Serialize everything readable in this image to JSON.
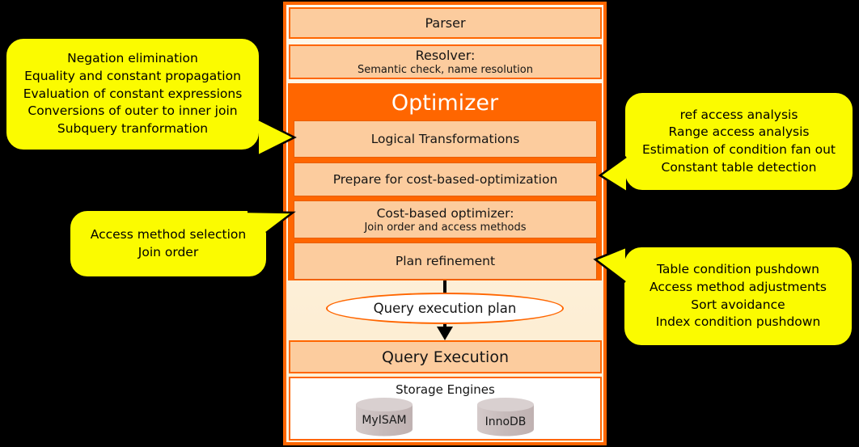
{
  "colors": {
    "accent_orange": "#FF6600",
    "box_peach": "#FCCC9E",
    "column_cream": "#FDF1DC",
    "callout_yellow": "#FBFB00",
    "cylinder_gray": "#C9BDBD",
    "ellipse_fill": "#FFFFFF",
    "background": "#000000"
  },
  "pipeline": {
    "parser": "Parser",
    "resolver": {
      "title": "Resolver:",
      "subtitle": "Semantic check, name resolution"
    },
    "optimizer": {
      "title": "Optimizer",
      "stages": [
        {
          "title": "Logical Transformations"
        },
        {
          "title": "Prepare for cost-based-optimization"
        },
        {
          "title": "Cost-based optimizer:",
          "subtitle": "Join order and access methods"
        },
        {
          "title": "Plan refinement"
        }
      ]
    },
    "plan_ellipse": "Query execution plan",
    "query_execution": "Query Execution",
    "storage": {
      "title": "Storage Engines",
      "engines": [
        "MyISAM",
        "InnoDB"
      ]
    }
  },
  "callouts": {
    "logical_transformations": {
      "lines": [
        "Negation elimination",
        "Equality and constant propagation",
        "Evaluation of constant expressions",
        "Conversions of outer to inner join",
        "Subquery tranformation"
      ]
    },
    "cost_based_optimizer": {
      "lines": [
        "Access method selection",
        "Join order"
      ]
    },
    "prepare_cost_based": {
      "lines": [
        "ref access analysis",
        "Range access analysis",
        "Estimation of condition fan out",
        "Constant table detection"
      ]
    },
    "plan_refinement": {
      "lines": [
        "Table condition pushdown",
        "Access method adjustments",
        "Sort avoidance",
        "Index condition pushdown"
      ]
    }
  }
}
